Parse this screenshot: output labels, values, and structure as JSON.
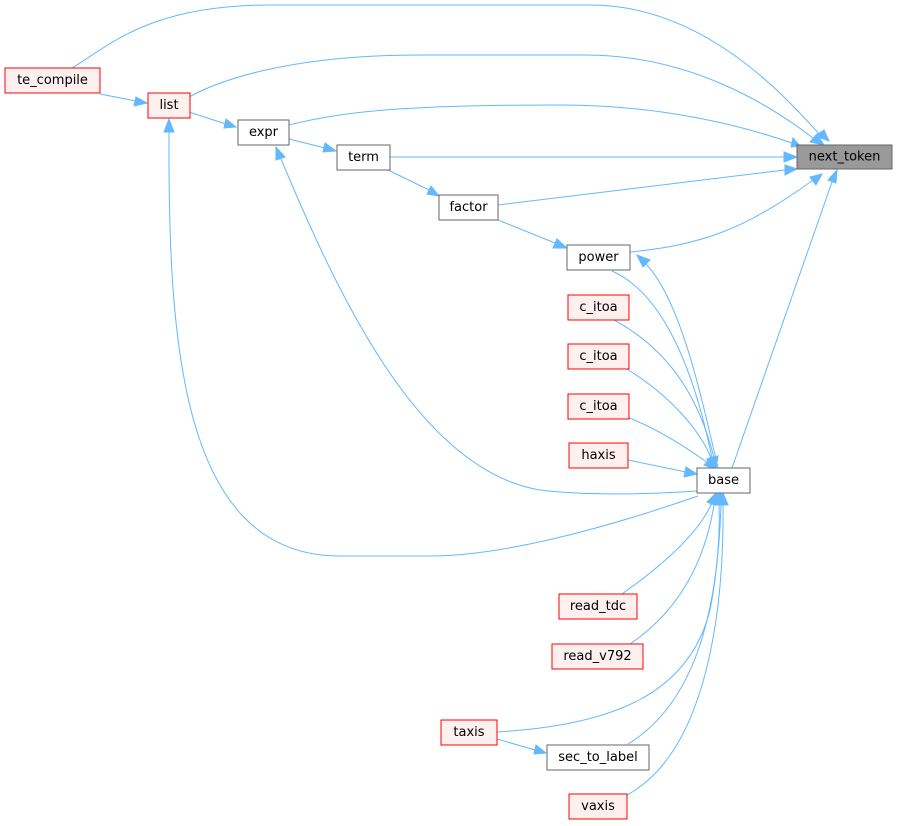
{
  "colors": {
    "edge": "#63b8ff",
    "focus_fill": "#999999",
    "focus_stroke": "#666666",
    "plain_fill": "#ffffff",
    "plain_stroke": "#666666",
    "truncated_fill": "#fff0f0",
    "truncated_stroke": "#ff0000",
    "text": "#000000"
  },
  "nodes": [
    {
      "id": "next_token",
      "label": "next_token",
      "style": "focus"
    },
    {
      "id": "te_compile",
      "label": "te_compile",
      "style": "truncated"
    },
    {
      "id": "list",
      "label": "list",
      "style": "truncated"
    },
    {
      "id": "expr",
      "label": "expr",
      "style": "plain"
    },
    {
      "id": "term",
      "label": "term",
      "style": "plain"
    },
    {
      "id": "factor",
      "label": "factor",
      "style": "plain"
    },
    {
      "id": "power",
      "label": "power",
      "style": "plain"
    },
    {
      "id": "c_itoa_1",
      "label": "c_itoa",
      "style": "truncated"
    },
    {
      "id": "c_itoa_2",
      "label": "c_itoa",
      "style": "truncated"
    },
    {
      "id": "c_itoa_3",
      "label": "c_itoa",
      "style": "truncated"
    },
    {
      "id": "haxis",
      "label": "haxis",
      "style": "truncated"
    },
    {
      "id": "base",
      "label": "base",
      "style": "plain"
    },
    {
      "id": "read_tdc",
      "label": "read_tdc",
      "style": "truncated"
    },
    {
      "id": "read_v792",
      "label": "read_v792",
      "style": "truncated"
    },
    {
      "id": "taxis",
      "label": "taxis",
      "style": "truncated"
    },
    {
      "id": "sec_to_label",
      "label": "sec_to_label",
      "style": "plain"
    },
    {
      "id": "vaxis",
      "label": "vaxis",
      "style": "truncated"
    }
  ],
  "edges": [
    {
      "from": "te_compile",
      "to": "next_token"
    },
    {
      "from": "te_compile",
      "to": "list"
    },
    {
      "from": "list",
      "to": "next_token"
    },
    {
      "from": "list",
      "to": "expr"
    },
    {
      "from": "expr",
      "to": "next_token"
    },
    {
      "from": "expr",
      "to": "term"
    },
    {
      "from": "term",
      "to": "next_token"
    },
    {
      "from": "term",
      "to": "factor"
    },
    {
      "from": "factor",
      "to": "next_token"
    },
    {
      "from": "factor",
      "to": "power"
    },
    {
      "from": "power",
      "to": "next_token"
    },
    {
      "from": "power",
      "to": "base"
    },
    {
      "from": "base",
      "to": "next_token"
    },
    {
      "from": "base",
      "to": "power"
    },
    {
      "from": "base",
      "to": "expr"
    },
    {
      "from": "base",
      "to": "list"
    },
    {
      "from": "c_itoa_1",
      "to": "base"
    },
    {
      "from": "c_itoa_2",
      "to": "base"
    },
    {
      "from": "c_itoa_3",
      "to": "base"
    },
    {
      "from": "haxis",
      "to": "base"
    },
    {
      "from": "read_tdc",
      "to": "base"
    },
    {
      "from": "read_v792",
      "to": "base"
    },
    {
      "from": "taxis",
      "to": "base"
    },
    {
      "from": "taxis",
      "to": "sec_to_label"
    },
    {
      "from": "sec_to_label",
      "to": "base"
    },
    {
      "from": "vaxis",
      "to": "base"
    }
  ]
}
